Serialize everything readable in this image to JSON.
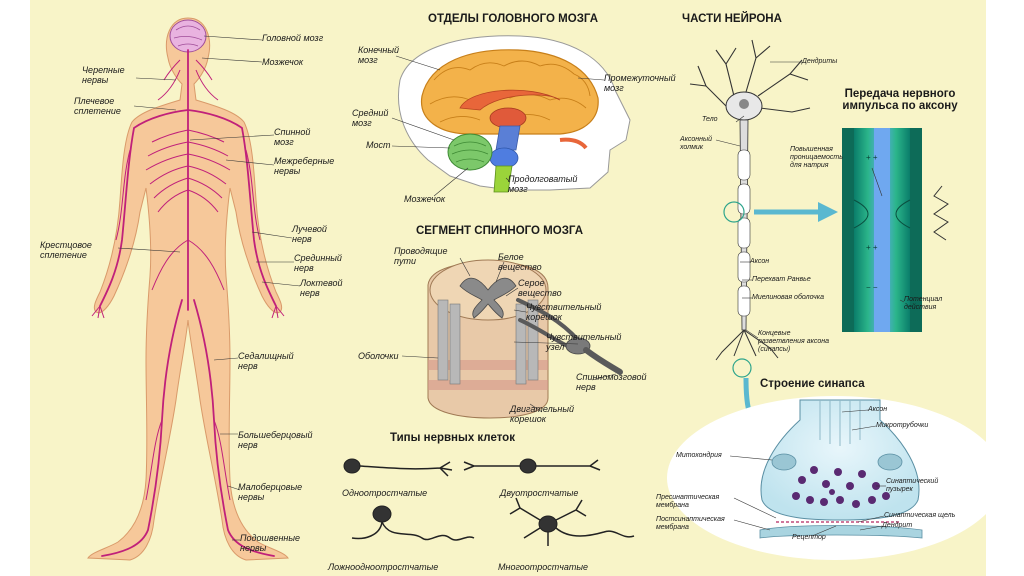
{
  "sections": {
    "brain_title": "ОТДЕЛЫ ГОЛОВНОГО МОЗГА",
    "neuron_title": "ЧАСТИ НЕЙРОНА",
    "impulse_title": "Передача нервного\nимпульса по аксону",
    "spinal_title": "СЕГМЕНТ СПИННОГО МОЗГА",
    "cell_types_title": "Типы нервных клеток",
    "synapse_title": "Строение синапса"
  },
  "body_labels": {
    "brain": "Головной мозг",
    "cerebellum": "Мозжечок",
    "cranial_nerves": "Черепные\nнервы",
    "brachial_plexus": "Плечевое\nсплетение",
    "spinal_cord": "Спинной\nмозг",
    "intercostal": "Межреберные\nнервы",
    "radial": "Лучевой\nнерв",
    "sacral_plexus": "Крестцовое\nсплетение",
    "median": "Срединный\nнерв",
    "ulnar": "Локтевой\nнерв",
    "sciatic": "Седалищный\nнерв",
    "tibial": "Большеберцовый\nнерв",
    "peroneal": "Малоберцовые\nнервы",
    "plantar": "Подошвенные\nнервы"
  },
  "brain_labels": {
    "telencephalon": "Конечный\nмозг",
    "diencephalon": "Промежуточный\nмозг",
    "midbrain": "Средний\nмозг",
    "pons": "Мост",
    "medulla": "Продолговатый\nмозг",
    "cerebellum": "Мозжечок"
  },
  "spinal_labels": {
    "pathways": "Проводящие\nпути",
    "white_matter": "Белое\nвещество",
    "gray_matter": "Серое\nвещество",
    "sensory_root": "Чувствительный\nкорешок",
    "sensory_ganglion": "Чувствительный\nузел",
    "meninges": "Оболочки",
    "spinal_nerve": "Спинномозговой\nнерв",
    "motor_root": "Двигательный\nкорешок"
  },
  "cell_labels": {
    "unipolar": "Одноотростчатые",
    "bipolar": "Двуотростчатые",
    "pseudounipolar": "Ложноодноотростчатые",
    "multipolar": "Многоотростчатые"
  },
  "neuron_labels": {
    "dendrites": "Дендриты",
    "body": "Тело",
    "axon_hillock": "Аксонный\nхолмик",
    "axon": "Аксон",
    "ranvier": "Перехват Ранвье",
    "myelin": "Миелиновая оболочка",
    "terminals": "Концевые\nразветвления аксона\n(синапсы)"
  },
  "impulse_labels": {
    "permeability": "Повышенная\nпроницаемость\nдля натрия",
    "action_potential": "Потенциал\nдействия"
  },
  "synapse_labels": {
    "axon": "Аксон",
    "microtubules": "Микротрубочки",
    "mitochondria": "Митохондрия",
    "vesicle": "Синаптический\nпузырек",
    "presynaptic": "Пресинаптическая\nмембрана",
    "postsynaptic": "Постсинаптическая\nмембрана",
    "cleft": "Синаптическая щель",
    "dendrite": "Дендрит",
    "receptor": "Рецептор"
  },
  "colors": {
    "background": "#f8f4c8",
    "skin": "#f6c89a",
    "nerve": "#c0207a",
    "arrow": "#5ab8d0"
  }
}
